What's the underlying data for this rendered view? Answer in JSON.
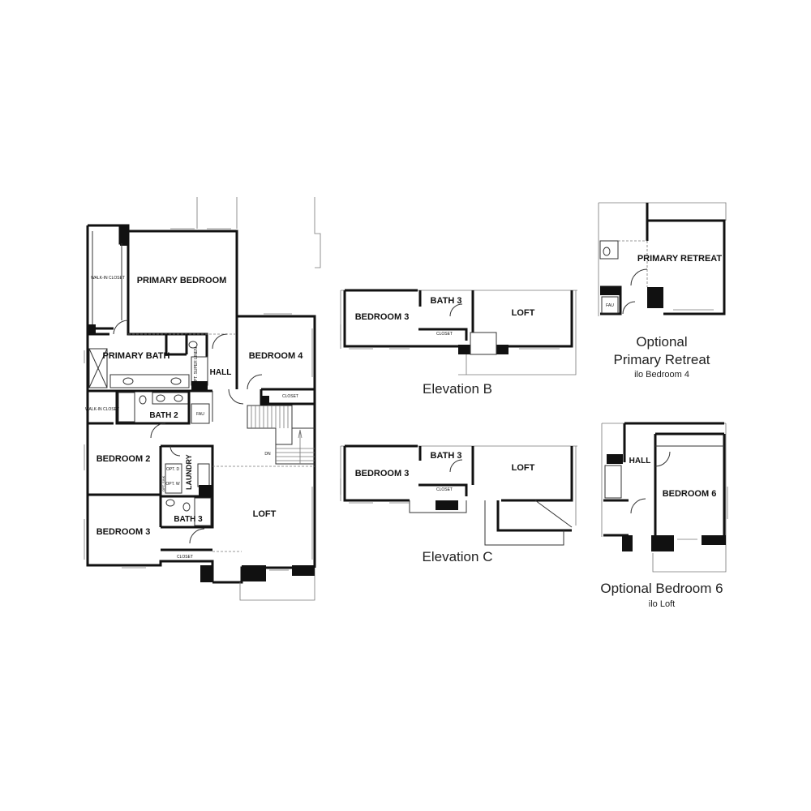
{
  "main_plan": {
    "rooms": {
      "walk_in_closet_primary": "WALK-IN CLOSET",
      "primary_bedroom": "PRIMARY BEDROOM",
      "primary_bath": "PRIMARY BATH",
      "opt_super_linen": "OPT. SUPER LINEN",
      "hall": "HALL",
      "bedroom_4": "BEDROOM 4",
      "closet_bedroom_4": "CLOSET",
      "walk_in_closet_small": "WALK-IN CLOSET",
      "bath_2": "BATH 2",
      "fau": "FAU",
      "bedroom_2": "BEDROOM 2",
      "laundry": "LAUNDRY",
      "opt_d": "OPT. D",
      "opt_w": "OPT. W",
      "opt_sink": "OPT. SINK",
      "dn": "DN",
      "loft": "LOFT",
      "bath_3": "BATH 3",
      "bedroom_3": "BEDROOM 3",
      "closet_bedroom_3": "CLOSET"
    }
  },
  "elevation_b": {
    "caption": "Elevation B",
    "rooms": {
      "bedroom_3": "BEDROOM 3",
      "bath_3": "BATH 3",
      "loft": "LOFT",
      "closet": "CLOSET"
    }
  },
  "elevation_c": {
    "caption": "Elevation C",
    "rooms": {
      "bedroom_3": "BEDROOM 3",
      "bath_3": "BATH 3",
      "loft": "LOFT",
      "closet": "CLOSET"
    }
  },
  "optional_retreat": {
    "caption_line1": "Optional",
    "caption_line2": "Primary Retreat",
    "subcaption": "ilo Bedroom 4",
    "rooms": {
      "primary_retreat": "PRIMARY RETREAT",
      "fau": "FAU"
    }
  },
  "optional_bedroom6": {
    "caption": "Optional Bedroom 6",
    "subcaption": "ilo Loft",
    "rooms": {
      "hall": "HALL",
      "bedroom_6": "BEDROOM 6"
    }
  }
}
